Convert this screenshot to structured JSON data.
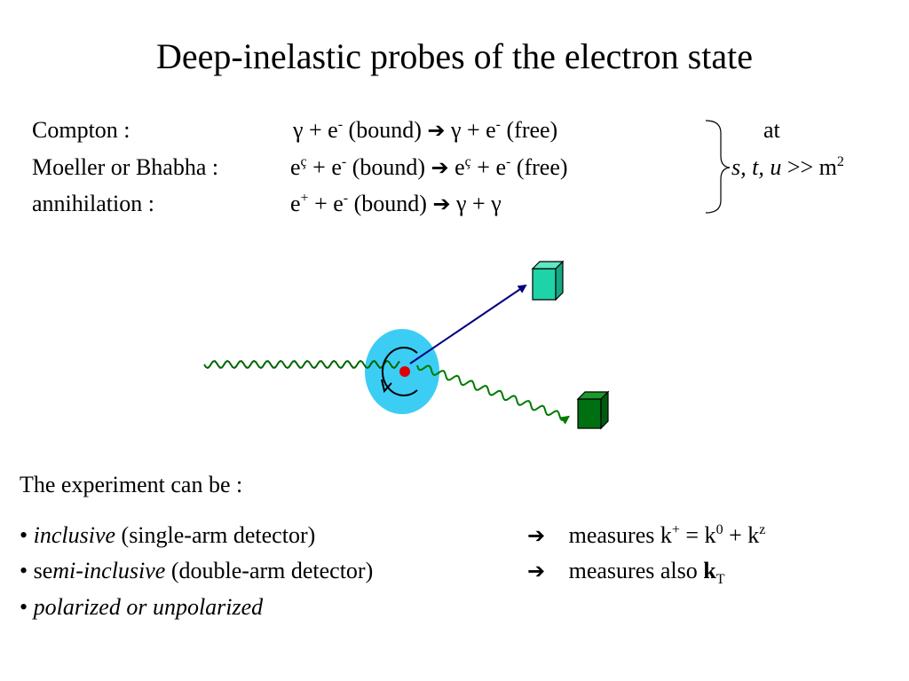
{
  "title": "Deep-inelastic probes of the electron state",
  "processes": [
    {
      "label": "Compton :",
      "reaction_lhs": "γ  + e",
      "lhs_sup": "-",
      "lhs_tail": " (bound)",
      "arrow": "➔",
      "reaction_rhs": "γ + e",
      "rhs_sup": "-",
      "rhs_tail": " (free)"
    },
    {
      "label": "Moeller or Bhabha :",
      "reaction_lhs_a": "e",
      "lhs_a_sup": "ç",
      "reaction_lhs": " + e",
      "lhs_sup": "-",
      "lhs_tail": " (bound)",
      "arrow": "➔",
      "reaction_rhs_a": "e",
      "rhs_a_sup": "ç",
      "reaction_rhs": " + e",
      "rhs_sup": "-",
      "rhs_tail": " (free)"
    },
    {
      "label": "annihilation :",
      "reaction_lhs_a": "e",
      "lhs_a_sup": "+",
      "reaction_lhs": " + e",
      "lhs_sup": "-",
      "lhs_tail": " (bound)",
      "arrow": "➔",
      "reaction_rhs": " γ + γ"
    }
  ],
  "condition": {
    "at": "at",
    "vars": "s, t, u",
    "gg": " >> m",
    "sup": "2"
  },
  "experiment": {
    "heading": "The experiment can be :",
    "bullets": [
      {
        "bullet": "•",
        "italic": "inclusive",
        "rest": " (single-arm detector)",
        "arrow": "➔",
        "result_pre": "measures k",
        "result_sup1": "+",
        "result_mid": " = k",
        "result_sup2": "0",
        "result_mid2": " + k",
        "result_sup3": "z"
      },
      {
        "bullet": "•",
        "plain": " se",
        "italic": "mi-inclusive",
        "rest": " (double-arm detector)",
        "arrow": "➔",
        "result_pre": "measures also ",
        "result_bold": "k",
        "result_sub": "T"
      },
      {
        "bullet": "•",
        "italic": "polarized or unpolarized"
      }
    ]
  },
  "diagram": {
    "glyph": "",
    "colors": {
      "atom_cloud": "#3ccdf5",
      "nucleus": "#e00000",
      "incoming_photon": "#006400",
      "scattered_electron": "#000080",
      "scattered_photon": "#007a00",
      "detector_electron": "#1fd3a8",
      "detector_photon": "#006f12"
    }
  }
}
